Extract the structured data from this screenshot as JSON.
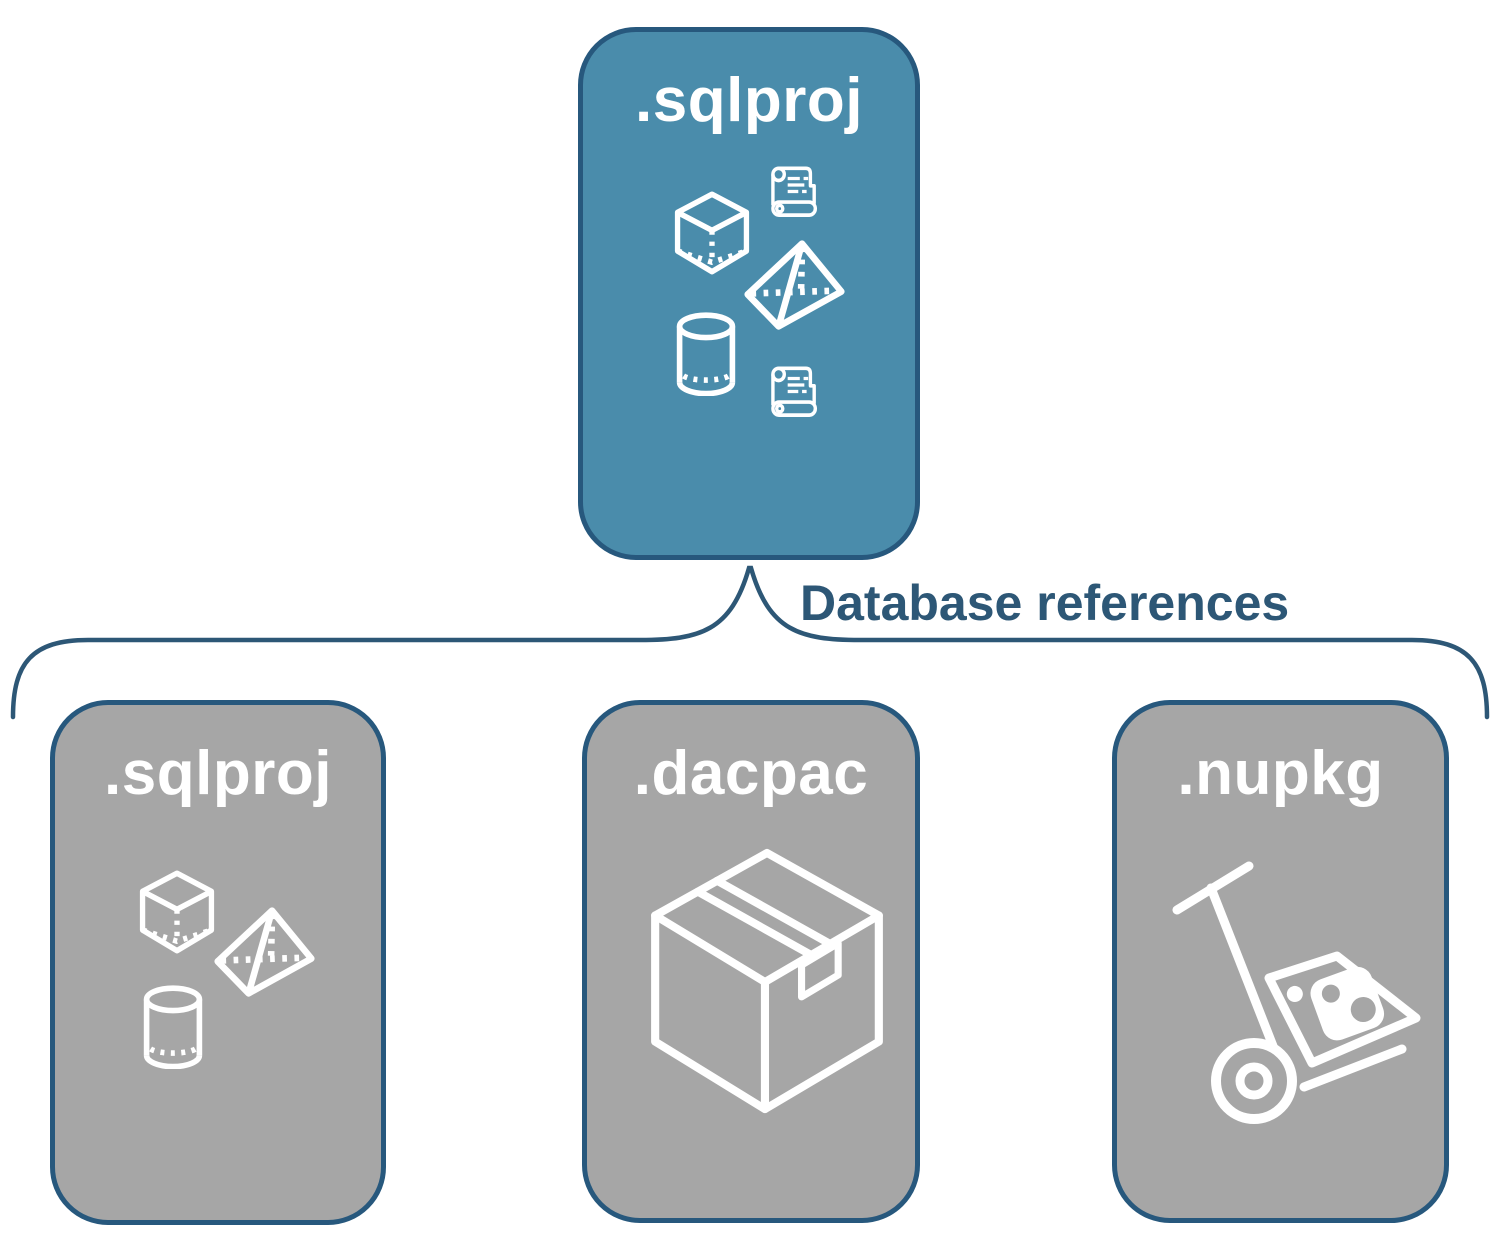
{
  "diagram": {
    "title_implied": "SQL project database references",
    "root_card": {
      "label": ".sqlproj",
      "icons": [
        "cube",
        "scroll",
        "pyramid",
        "cylinder",
        "scroll"
      ]
    },
    "connector": {
      "label": "Database references",
      "shape": "horizontal-curly-brace"
    },
    "child_cards": [
      {
        "label": ".sqlproj",
        "icons": [
          "cube",
          "pyramid",
          "cylinder"
        ]
      },
      {
        "label": ".dacpac",
        "icons": [
          "package-box"
        ]
      },
      {
        "label": ".nupkg",
        "icons": [
          "nuget-handtruck"
        ]
      }
    ],
    "colors": {
      "root_fill": "#4a8cab",
      "child_fill": "#a6a6a6",
      "outline": "#27587d",
      "label_text": "#2d5776",
      "icon_stroke": "#ffffff",
      "background": "#ffffff"
    }
  }
}
